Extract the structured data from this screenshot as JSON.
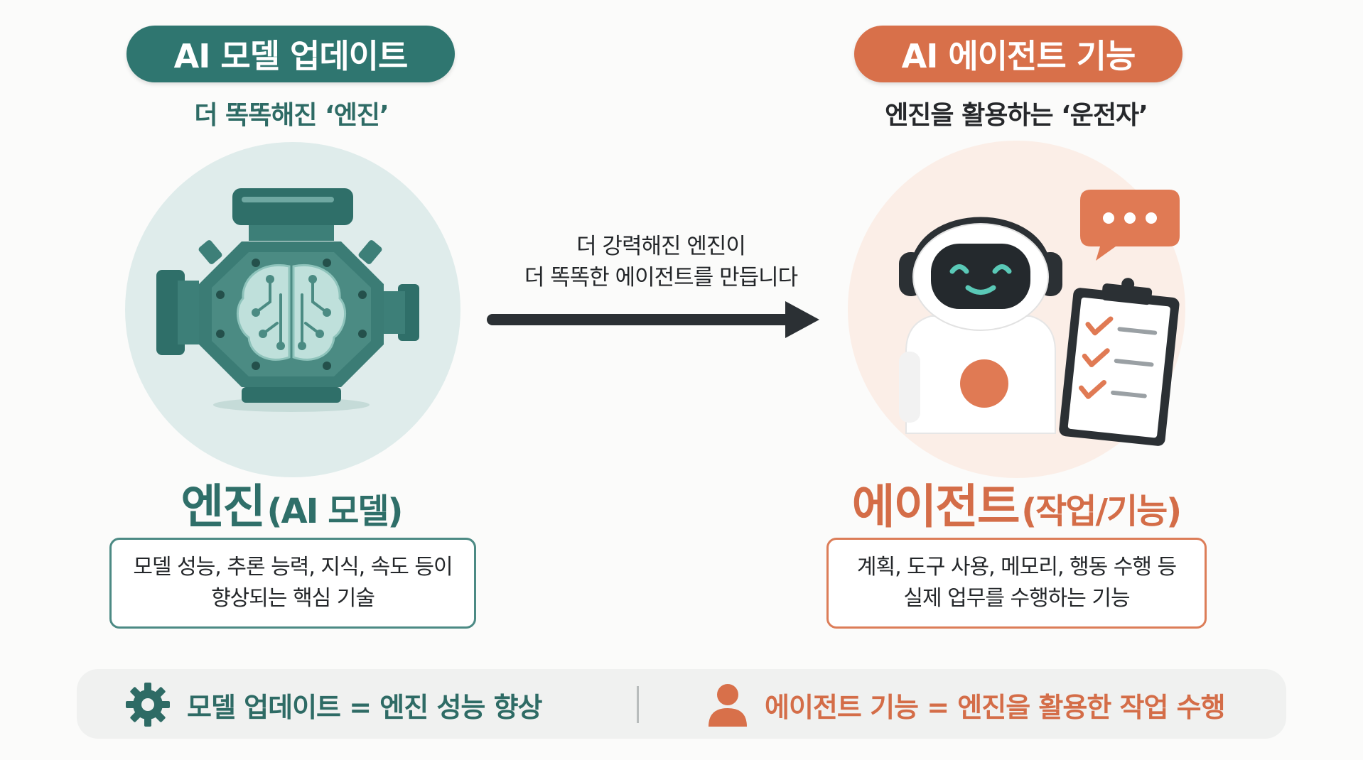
{
  "left": {
    "pill_label": "AI 모델 업데이트",
    "subtitle": "더 똑똑해진 ‘엔진’",
    "heading_main": "엔진",
    "heading_sub": "(AI 모델)",
    "description": [
      "모델 성능, 추론 능력, 지식, 속도 등이",
      "향상되는 핵심 기술"
    ],
    "icon": "engine-brain-icon"
  },
  "right": {
    "pill_label": "AI 에이전트 기능",
    "subtitle": "엔진을 활용하는 ‘운전자’",
    "heading_main": "에이전트",
    "heading_sub": "(작업/기능)",
    "description": [
      "계획, 도구 사용, 메모리, 행동 수행 등",
      "실제 업무를 수행하는 기능"
    ],
    "icon": "robot-agent-icon"
  },
  "arrow": {
    "caption": [
      "더 강력해진 엔진이",
      "더 똑똑한 에이전트를 만듭니다"
    ]
  },
  "footer": {
    "left_text": "모델 업데이트 = 엔진 성능 향상",
    "left_icon": "gear-icon",
    "right_text": "에이전트 기능 = 엔진을 활용한 작업 수행",
    "right_icon": "person-icon"
  },
  "colors": {
    "teal": "#2f7670",
    "orange": "#d8704a",
    "dark": "#2b3034"
  }
}
